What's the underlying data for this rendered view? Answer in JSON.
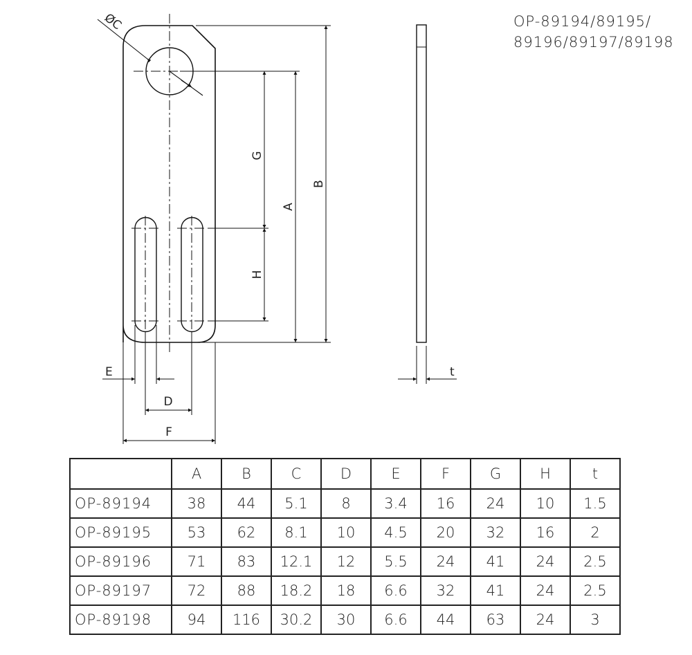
{
  "title": {
    "line1": "OP-89194/89195/",
    "line2": "89196/89197/89198"
  },
  "drawing": {
    "labels": {
      "diameter": "ØC",
      "A": "A",
      "B": "B",
      "G": "G",
      "H": "H",
      "D": "D",
      "E": "E",
      "F": "F",
      "t": "t"
    },
    "stroke_color": "#111111"
  },
  "table": {
    "columns": [
      "",
      "A",
      "B",
      "C",
      "D",
      "E",
      "F",
      "G",
      "H",
      "t"
    ],
    "rows": [
      {
        "model": "OP-89194",
        "A": "38",
        "B": "44",
        "C": "5.1",
        "D": "8",
        "E": "3.4",
        "F": "16",
        "G": "24",
        "H": "10",
        "t": "1.5"
      },
      {
        "model": "OP-89195",
        "A": "53",
        "B": "62",
        "C": "8.1",
        "D": "10",
        "E": "4.5",
        "F": "20",
        "G": "32",
        "H": "16",
        "t": "2"
      },
      {
        "model": "OP-89196",
        "A": "71",
        "B": "83",
        "C": "12.1",
        "D": "12",
        "E": "5.5",
        "F": "24",
        "G": "41",
        "H": "24",
        "t": "2.5"
      },
      {
        "model": "OP-89197",
        "A": "72",
        "B": "88",
        "C": "18.2",
        "D": "18",
        "E": "6.6",
        "F": "32",
        "G": "41",
        "H": "24",
        "t": "2.5"
      },
      {
        "model": "OP-89198",
        "A": "94",
        "B": "116",
        "C": "30.2",
        "D": "30",
        "E": "6.6",
        "F": "44",
        "G": "63",
        "H": "24",
        "t": "3"
      }
    ]
  }
}
